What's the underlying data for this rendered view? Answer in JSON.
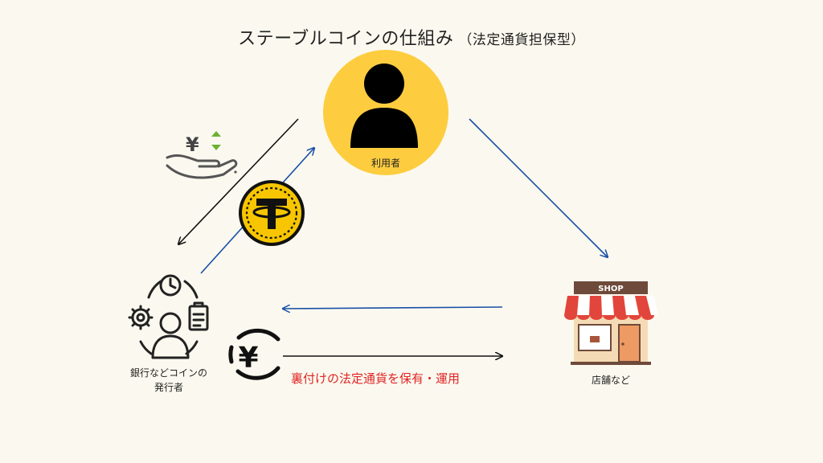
{
  "title": {
    "main": "ステーブルコインの仕組み",
    "sub": "（法定通貨担保型）"
  },
  "nodes": {
    "user": {
      "label": "利用者",
      "icon": "user-icon",
      "color": "#fdcd3f"
    },
    "issuer": {
      "label_line1": "銀行などコインの",
      "label_line2": "発行者",
      "icon": "issuer-person-icon"
    },
    "store": {
      "label": "店舗など",
      "icon": "shop-icon",
      "sign": "SHOP"
    }
  },
  "icons": {
    "yen_hand": "yen-exchange-hand-icon",
    "yen_symbol": "¥",
    "coin": "tether-coin-icon",
    "yen_coin": "yen-coin-icon"
  },
  "annotation": "裏付けの法定通貨を保有・運用",
  "colors": {
    "blue_arrow": "#1a4fa6",
    "black_arrow": "#111111",
    "coin_gold": "#f7c600",
    "awning_red": "#e2453b",
    "accent_red": "#e02424"
  }
}
